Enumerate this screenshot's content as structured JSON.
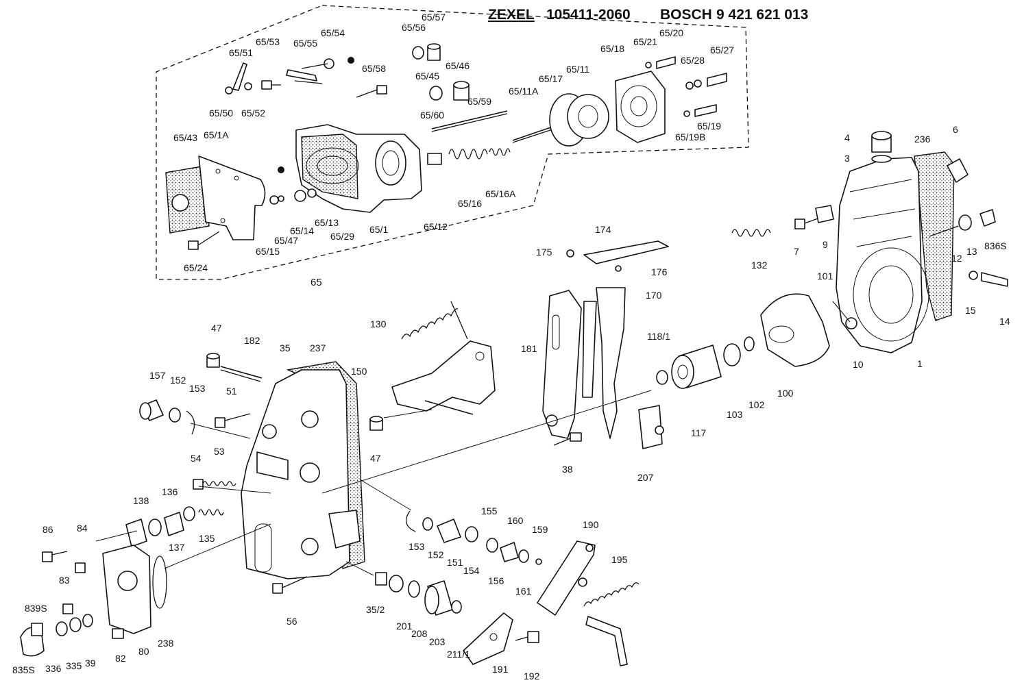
{
  "header": {
    "brand1": "ZEXEL",
    "code1": "105411-2060",
    "brand2": "BOSCH",
    "code2": "9 421 621 013"
  },
  "labels": {
    "p65_57": "65/57",
    "p65_56": "65/56",
    "p65_55": "65/55",
    "p65_54": "65/54",
    "p65_53": "65/53",
    "p65_51": "65/51",
    "p65_50": "65/50",
    "p65_52": "65/52",
    "p65_58": "65/58",
    "p65_45": "65/45",
    "p65_46": "65/46",
    "p65_59": "65/59",
    "p65_60": "65/60",
    "p65_43": "65/43",
    "p65_1A": "65/1A",
    "p65_12": "65/12",
    "p65_16": "65/16",
    "p65_16A": "65/16A",
    "p65_11A": "65/11A",
    "p65_17": "65/17",
    "p65_11": "65/11",
    "p65_18": "65/18",
    "p65_21": "65/21",
    "p65_20": "65/20",
    "p65_28": "65/28",
    "p65_27": "65/27",
    "p65_19": "65/19",
    "p65_19B": "65/19B",
    "p65_15": "65/15",
    "p65_47": "65/47",
    "p65_14": "65/14",
    "p65_13": "65/13",
    "p65_29": "65/29",
    "p65_1": "65/1",
    "p65_24": "65/24",
    "p65": "65",
    "p4": "4",
    "p3": "3",
    "p236": "236",
    "p6": "6",
    "p132": "132",
    "p7": "7",
    "p9": "9",
    "p12": "12",
    "p13": "13",
    "p836S": "836S",
    "p101": "101",
    "p15": "15",
    "p14": "14",
    "p10": "10",
    "p1": "1",
    "p100": "100",
    "p102": "102",
    "p103": "103",
    "p117": "117",
    "p118_1": "118/1",
    "p174": "174",
    "p175": "175",
    "p176": "176",
    "p170": "170",
    "p181": "181",
    "p207": "207",
    "p38": "38",
    "p130": "130",
    "p150": "150",
    "p47a": "47",
    "p47b": "47",
    "p182": "182",
    "p35": "35",
    "p237": "237",
    "p157": "157",
    "p152a": "152",
    "p153a": "153",
    "p51": "51",
    "p54": "54",
    "p53": "53",
    "p138": "138",
    "p136": "136",
    "p137": "137",
    "p135": "135",
    "p86": "86",
    "p84": "84",
    "p83": "83",
    "p839S": "839S",
    "p835S": "835S",
    "p336": "336",
    "p335": "335",
    "p39": "39",
    "p82": "82",
    "p80": "80",
    "p238": "238",
    "p56": "56",
    "p35_2": "35/2",
    "p201": "201",
    "p208": "208",
    "p203": "203",
    "p211_1": "211/1",
    "p153b": "153",
    "p152b": "152",
    "p151": "151",
    "p154": "154",
    "p155": "155",
    "p156": "156",
    "p160": "160",
    "p161": "161",
    "p159": "159",
    "p190": "190",
    "p195": "195",
    "p191": "191",
    "p192": "192"
  }
}
